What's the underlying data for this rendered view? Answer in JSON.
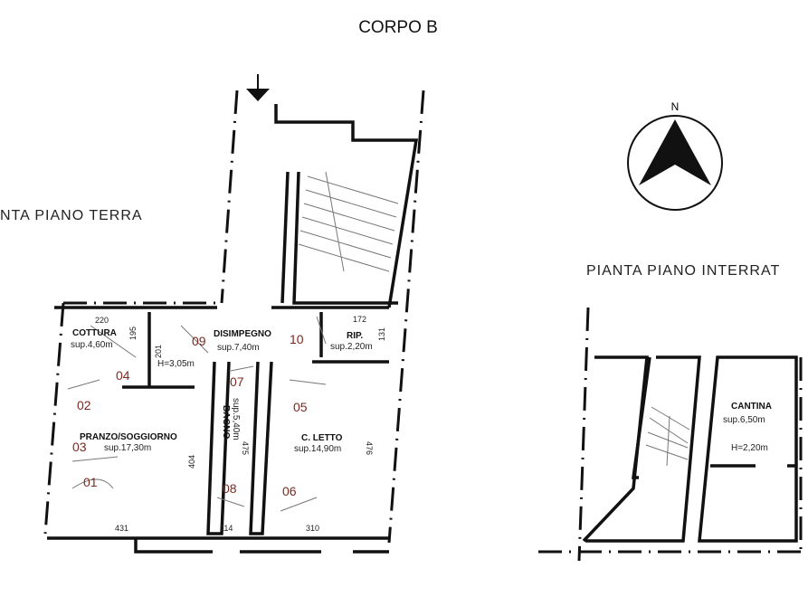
{
  "title": "CORPO B",
  "plans": {
    "ground": "NTA  PIANO  TERRA",
    "basement": "PIANTA  PIANO  INTERRAT"
  },
  "compass": {
    "label": "N",
    "icon": "north-arrow-icon"
  },
  "rooms": {
    "cottura": {
      "name": "COTTURA",
      "sup": "sup.4,60m"
    },
    "disimpegno": {
      "name": "DISIMPEGNO",
      "sup": "sup.7,40m",
      "height": "H=3,05m"
    },
    "rip": {
      "name": "RIP.",
      "sup": "sup.2,20m"
    },
    "pranzo": {
      "name": "PRANZO/SOGGIORNO",
      "sup": "sup.17,30m"
    },
    "bagno": {
      "name": "BAGNO",
      "sup": "sup.5,40m"
    },
    "letto": {
      "name": "C.  LETTO",
      "sup": "sup.14,90m"
    },
    "cantina": {
      "name": "CANTINA",
      "sup": "sup.6,50m",
      "height": "H=2,20m"
    }
  },
  "dimensions": [
    "220",
    "195",
    "201",
    "172",
    "131",
    "404",
    "475",
    "476",
    "431",
    "114",
    "310"
  ],
  "markers": [
    "01",
    "02",
    "03",
    "04",
    "05",
    "06",
    "07",
    "08",
    "09",
    "10"
  ]
}
